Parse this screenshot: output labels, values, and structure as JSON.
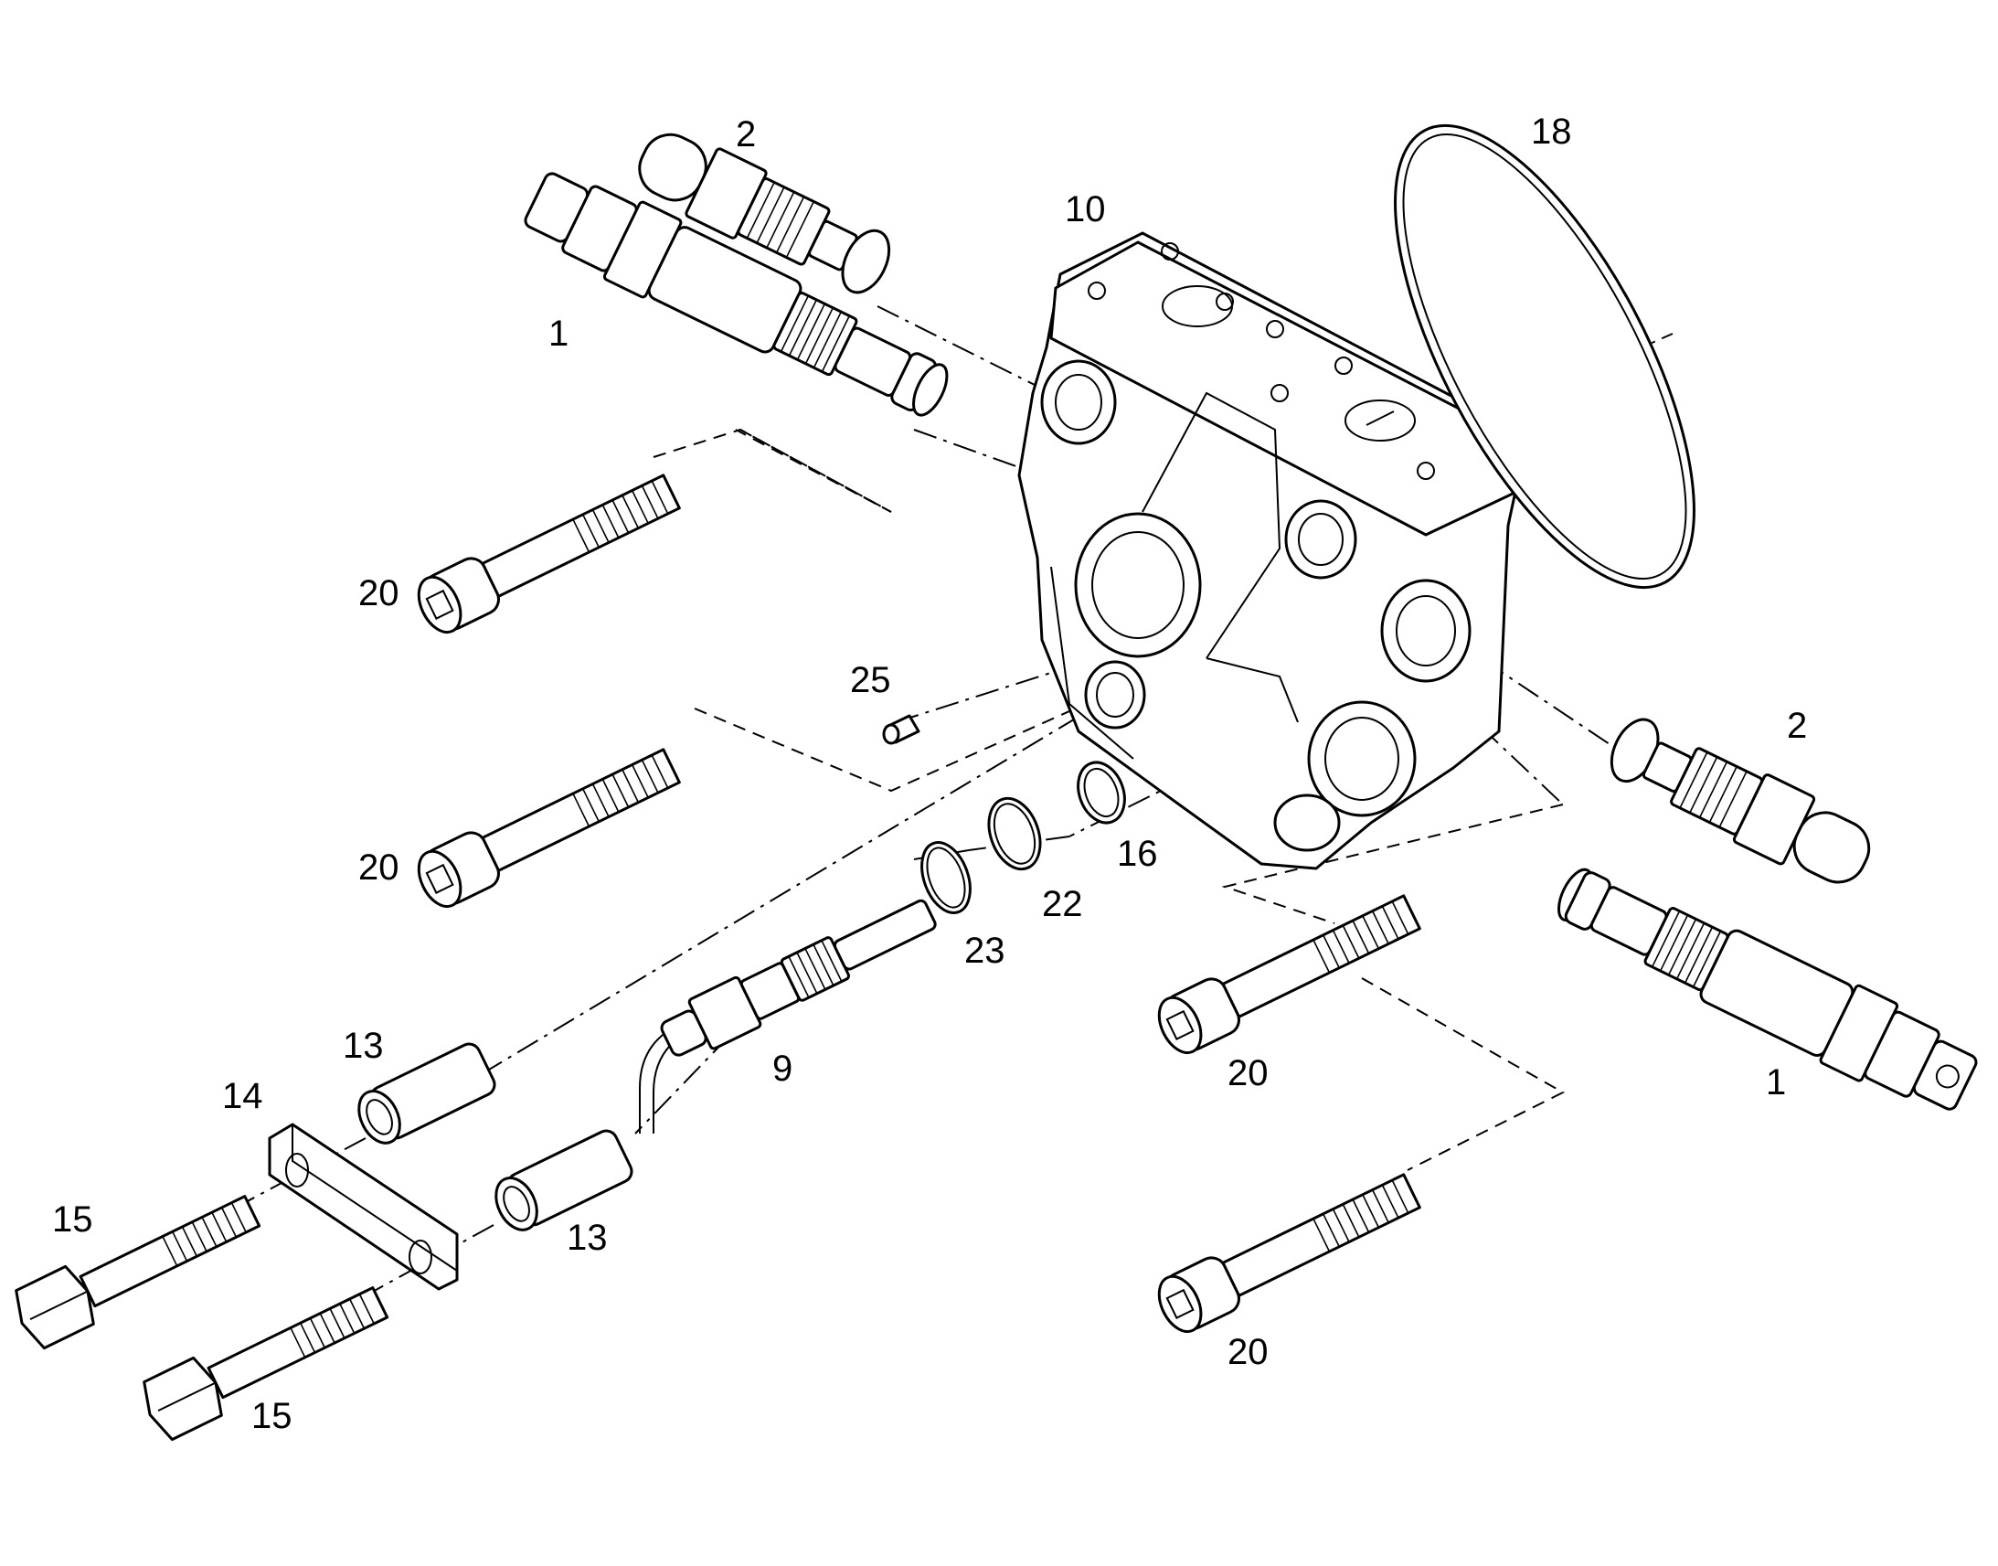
{
  "colors": {
    "line": "#000000",
    "background": "#ffffff"
  },
  "callouts": [
    {
      "id": "c1-top",
      "text": "1"
    },
    {
      "id": "c2-top",
      "text": "2"
    },
    {
      "id": "c10",
      "text": "10"
    },
    {
      "id": "c18",
      "text": "18"
    },
    {
      "id": "c20-a",
      "text": "20"
    },
    {
      "id": "c25",
      "text": "25"
    },
    {
      "id": "c20-b",
      "text": "20"
    },
    {
      "id": "c2-right",
      "text": "2"
    },
    {
      "id": "c16",
      "text": "16"
    },
    {
      "id": "c22",
      "text": "22"
    },
    {
      "id": "c23",
      "text": "23"
    },
    {
      "id": "c1-right",
      "text": "1"
    },
    {
      "id": "c13-a",
      "text": "13"
    },
    {
      "id": "c9",
      "text": "9"
    },
    {
      "id": "c20-c",
      "text": "20"
    },
    {
      "id": "c14",
      "text": "14"
    },
    {
      "id": "c15-a",
      "text": "15"
    },
    {
      "id": "c13-b",
      "text": "13"
    },
    {
      "id": "c20-d",
      "text": "20"
    },
    {
      "id": "c15-b",
      "text": "15"
    }
  ]
}
